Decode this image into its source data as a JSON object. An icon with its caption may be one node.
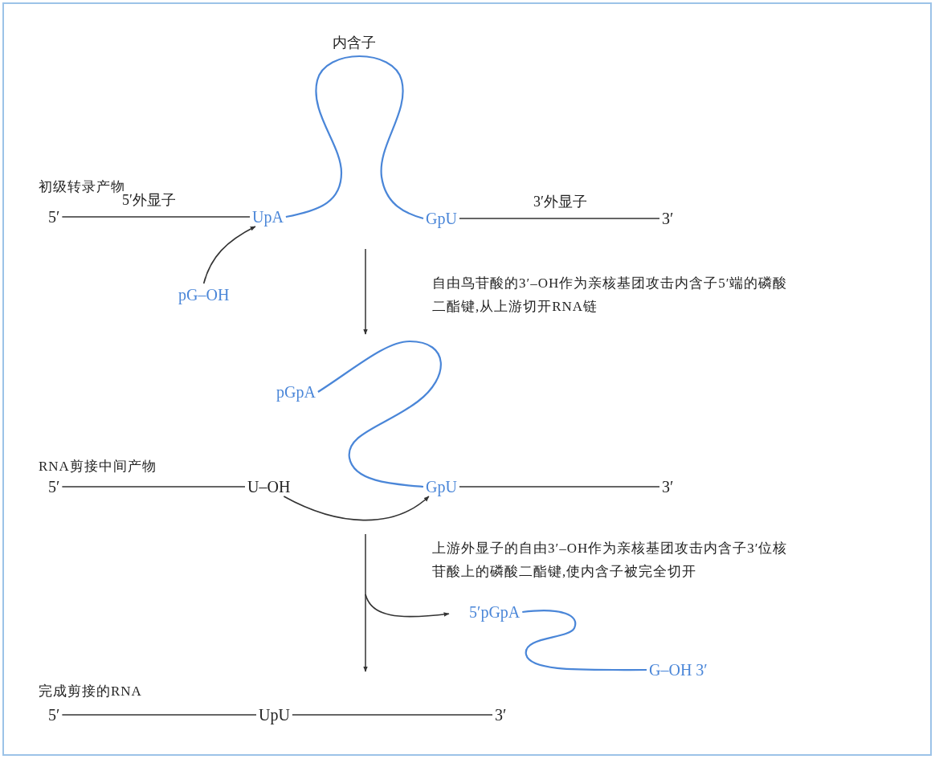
{
  "diagram": {
    "nodes": [
      {
        "text": [
          "5′"
        ]
      },
      {
        "text": [
          "UpA"
        ]
      },
      {
        "text": [
          "GpU"
        ]
      },
      {
        "text": [
          "3′"
        ]
      },
      {
        "text": [
          "pG–OH"
        ]
      },
      {
        "text": [
          "5′"
        ]
      },
      {
        "text": [
          "U–OH"
        ]
      },
      {
        "text": [
          "pGpA"
        ]
      },
      {
        "text": [
          "GpU"
        ]
      },
      {
        "text": [
          "3′"
        ]
      },
      {
        "text": [
          "5′pGpA"
        ]
      },
      {
        "text": [
          "G–OH 3′"
        ]
      },
      {
        "text": [
          "5′"
        ]
      },
      {
        "text": [
          "UpU"
        ]
      },
      {
        "text": [
          "3′"
        ]
      }
    ],
    "edges": [
      {
        "from": 0,
        "to": 1,
        "arrow": "none",
        "label": "5′外显子"
      },
      {
        "from": 1,
        "to": 2,
        "arrow": "none",
        "label": "内含子",
        "color": "#4a86d8"
      },
      {
        "from": 2,
        "to": 3,
        "arrow": "none",
        "label": "3′外显子"
      },
      {
        "from": 4,
        "to": 1,
        "arrow": "to"
      },
      {
        "from": 5,
        "to": 6,
        "arrow": "none"
      },
      {
        "from": 7,
        "to": 8,
        "arrow": "none",
        "color": "#4a86d8"
      },
      {
        "from": 8,
        "to": 9,
        "arrow": "none"
      },
      {
        "from": 6,
        "to": 8,
        "arrow": "to"
      },
      {
        "from": null,
        "to": 10,
        "arrow": "to"
      },
      {
        "from": 10,
        "to": 11,
        "arrow": "none",
        "color": "#4a86d8"
      },
      {
        "from": 12,
        "to": 13,
        "arrow": "none"
      },
      {
        "from": 13,
        "to": 14,
        "arrow": "none"
      }
    ],
    "labels": [
      "初级转录产物",
      "自由鸟苷酸的3′–OH作为亲核基团攻击内含子5′端的磷酸二酯键,从上游切开RNA链",
      "RNA剪接中间产物",
      "上游外显子的自由3′–OH作为亲核基团攻击内含子3′位核苷酸上的磷酸二酯键,使内含子被完全切开",
      "完成剪接的RNA"
    ]
  }
}
